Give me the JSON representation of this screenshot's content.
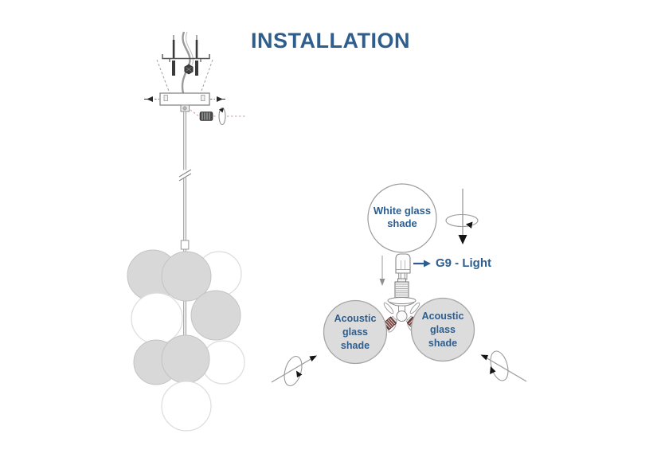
{
  "title": "INSTALLATION",
  "labels": {
    "white_shade": "White glass\nshade",
    "g9_light": "G9 - Light",
    "acoustic_left": "Acoustic\nglass\nshade",
    "acoustic_right": "Acoustic\nglass\nshade"
  },
  "colors": {
    "accent_blue": "#2d5e8e",
    "diagram_line_gray": "#9a9a9a",
    "shade_gray_fill": "#d8d8d8",
    "acoustic_gray_fill": "#dcdcdc",
    "copper_ring": "#6f403e",
    "dashed_guide_pink": "#cc9999",
    "screw_dark": "#3a3a3a",
    "background": "#ffffff"
  },
  "icons": {
    "rotation-arrow-icon": "ellipse-with-arrow",
    "insert-down-arrow-icon": "down-arrow",
    "g9-label-arrow-icon": "right-arrow",
    "outward-arrow-icon": "solid-triangle",
    "g9-bulb-icon": "g9-capsule-bulb",
    "thumb-screw-icon": "knurled-screw",
    "wire-connector-icon": "hex-nut",
    "rod-break-icon": "double-slash"
  }
}
